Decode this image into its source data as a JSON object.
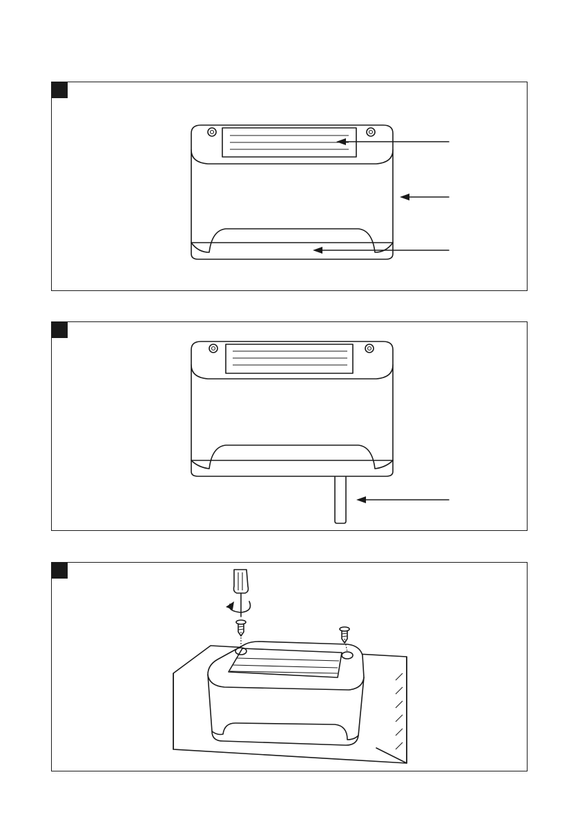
{
  "figures": [
    {
      "id": "figure-1",
      "badge": ""
    },
    {
      "id": "figure-2",
      "badge": ""
    },
    {
      "id": "figure-3",
      "badge": ""
    }
  ],
  "colors": {
    "ink": "#1a1a1a",
    "paper": "#ffffff"
  },
  "icons": [
    "arrow-icon",
    "screwdriver-icon",
    "rotation-arrow-icon",
    "screw-icon"
  ]
}
